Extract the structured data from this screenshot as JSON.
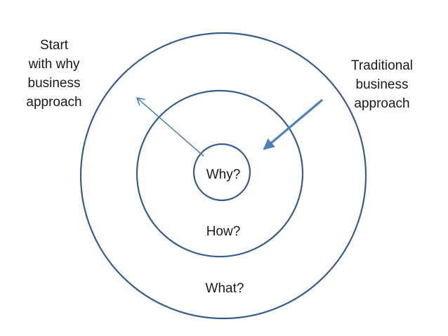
{
  "diagram": {
    "rings": {
      "inner_label": "Why?",
      "middle_label": "How?",
      "outer_label": "What?"
    },
    "left_caption": [
      "Start",
      "with why",
      "business",
      "approach"
    ],
    "right_caption": [
      "Traditional",
      "business",
      "approach"
    ],
    "colors": {
      "ring_stroke": "#385d8a",
      "thin_arrow": "#4f81bd",
      "thick_arrow": "#4f81bd",
      "text": "#1a1a1a"
    }
  }
}
